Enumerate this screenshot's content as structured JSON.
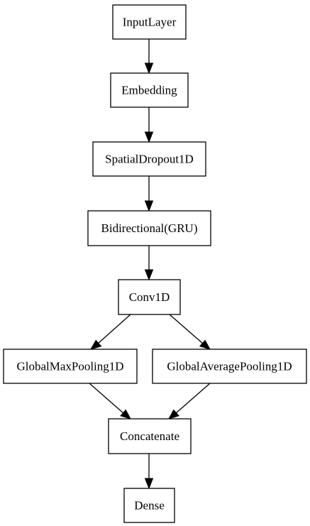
{
  "diagram": {
    "nodes": {
      "input_layer": "InputLayer",
      "embedding": "Embedding",
      "spatial_dropout": "SpatialDropout1D",
      "bidirectional_gru": "Bidirectional(GRU)",
      "conv1d": "Conv1D",
      "global_max_pooling": "GlobalMaxPooling1D",
      "global_average_pooling": "GlobalAveragePooling1D",
      "concatenate": "Concatenate",
      "dense": "Dense"
    },
    "edges": [
      [
        "input_layer",
        "embedding"
      ],
      [
        "embedding",
        "spatial_dropout"
      ],
      [
        "spatial_dropout",
        "bidirectional_gru"
      ],
      [
        "bidirectional_gru",
        "conv1d"
      ],
      [
        "conv1d",
        "global_max_pooling"
      ],
      [
        "conv1d",
        "global_average_pooling"
      ],
      [
        "global_max_pooling",
        "concatenate"
      ],
      [
        "global_average_pooling",
        "concatenate"
      ],
      [
        "concatenate",
        "dense"
      ]
    ]
  }
}
